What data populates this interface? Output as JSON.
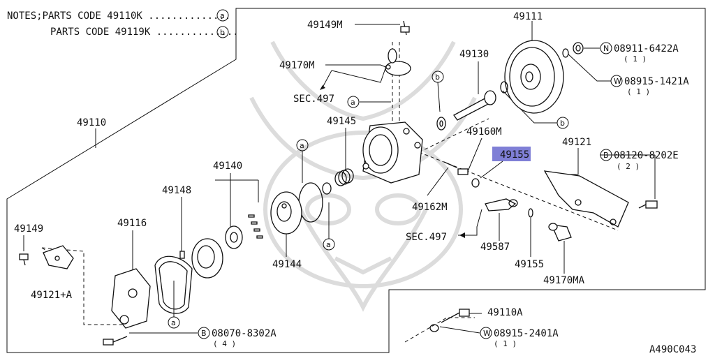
{
  "notes": {
    "line1": "NOTES;PARTS CODE 49110K ..............",
    "line2": "PARTS CODE 49119K ..............",
    "marker_a": "a",
    "marker_b": "b"
  },
  "labels": {
    "p49149M": "49149M",
    "p49111": "49111",
    "p49170M": "49170M",
    "p49130": "49130",
    "sec497_top": "SEC.497",
    "p49110": "49110",
    "p49145": "49145",
    "p49160M": "49160M",
    "p49155_highlight": "49155",
    "p49121": "49121",
    "p49140": "49140",
    "p49148": "49148",
    "p49162M": "49162M",
    "p49116": "49116",
    "p49149": "49149",
    "sec497_mid": "SEC.497",
    "p49587": "49587",
    "p49155": "49155",
    "p49144": "49144",
    "p49170MA": "49170MA",
    "p49121A": "49121+A",
    "p49110A": "49110A",
    "diagram_code": "A490C043"
  },
  "callouts": {
    "n08911": {
      "prefix": "N",
      "code": "08911-6422A",
      "qty": "( 1 )"
    },
    "w08915_1421": {
      "prefix": "W",
      "code": "08915-1421A",
      "qty": "( 1 )"
    },
    "b08120": {
      "prefix": "B",
      "code": "08120-8202E",
      "qty": "( 2 )"
    },
    "b08070": {
      "prefix": "B",
      "code": "08070-8302A",
      "qty": "( 4 )"
    },
    "w08915_2401": {
      "prefix": "W",
      "code": "08915-2401A",
      "qty": "( 1 )"
    }
  },
  "markers": {
    "a": "a",
    "b": "b"
  },
  "colors": {
    "highlight": "#7f7fd6",
    "ink": "#111111",
    "watermark": "#d9d9d9"
  }
}
